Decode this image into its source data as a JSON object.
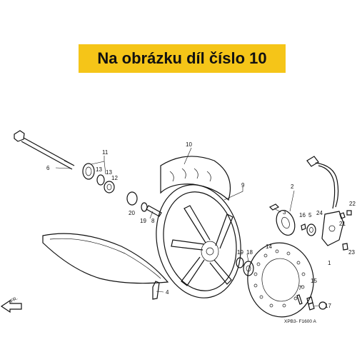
{
  "banner": {
    "text": "Na obrázku díl číslo 10",
    "color": "#f5c518"
  },
  "callouts": {
    "n1": "1",
    "n2": "2",
    "n3": "3",
    "n4": "4",
    "n5": "5",
    "n6": "6",
    "n7": "7",
    "n8": "8",
    "n9": "9",
    "n10": "10",
    "n11": "11",
    "n12": "12",
    "n13a": "13",
    "n13b": "13",
    "n14": "14",
    "n15": "15",
    "n16": "16",
    "n17": "17",
    "n18": "18",
    "n19a": "19",
    "n19b": "19",
    "n20": "20",
    "n21": "21",
    "n22": "22",
    "n23": "23",
    "n24": "24"
  },
  "front_marker": "FR.",
  "drawing_code": "XPB3- F1600 A"
}
